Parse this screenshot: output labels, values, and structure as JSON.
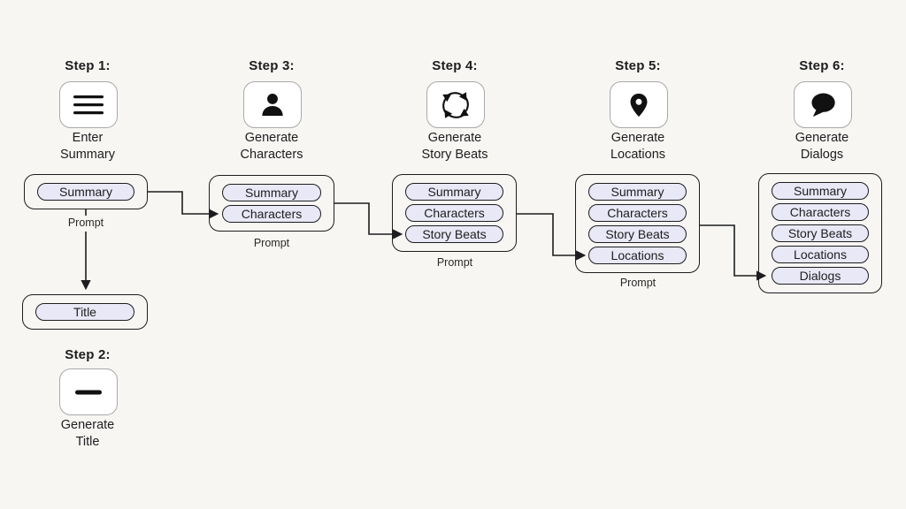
{
  "colors": {
    "background": "#f7f6f3",
    "pill_fill": "#e8e8f6",
    "line_and_border": "#1d1d1f",
    "icon_box_border": "#a9a9a9",
    "icon_box_fill": "#ffffff"
  },
  "steps": [
    {
      "label": "Step 1:",
      "icon": "menu-icon",
      "action_line1": "Enter",
      "action_line2": "Summary"
    },
    {
      "label": "Step 2:",
      "icon": "dash-icon",
      "action_line1": "Generate",
      "action_line2": "Title"
    },
    {
      "label": "Step 3:",
      "icon": "person-icon",
      "action_line1": "Generate",
      "action_line2": "Characters"
    },
    {
      "label": "Step 4:",
      "icon": "cycle-icon",
      "action_line1": "Generate",
      "action_line2": "Story Beats"
    },
    {
      "label": "Step 5:",
      "icon": "location-pin-icon",
      "action_line1": "Generate",
      "action_line2": "Locations"
    },
    {
      "label": "Step 6:",
      "icon": "speech-bubble-icon",
      "action_line1": "Generate",
      "action_line2": "Dialogs"
    }
  ],
  "boxes": [
    {
      "caption": "Prompt",
      "pills": [
        "Summary"
      ]
    },
    {
      "caption": "",
      "pills": [
        "Title"
      ]
    },
    {
      "caption": "Prompt",
      "pills": [
        "Summary",
        "Characters"
      ]
    },
    {
      "caption": "Prompt",
      "pills": [
        "Summary",
        "Characters",
        "Story Beats"
      ]
    },
    {
      "caption": "Prompt",
      "pills": [
        "Summary",
        "Characters",
        "Story Beats",
        "Locations"
      ]
    },
    {
      "caption": "",
      "pills": [
        "Summary",
        "Characters",
        "Story Beats",
        "Locations",
        "Dialogs"
      ]
    }
  ]
}
